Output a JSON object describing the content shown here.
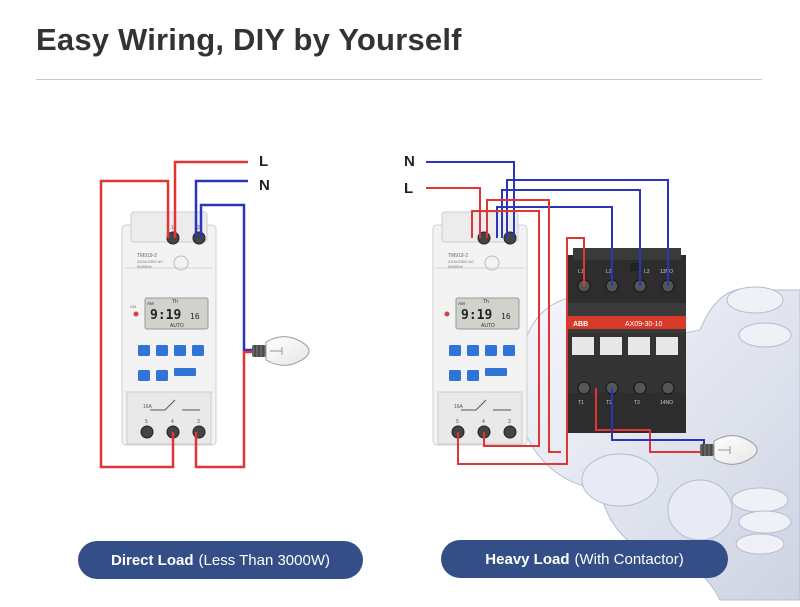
{
  "header": {
    "title": "Easy Wiring, DIY by Yourself"
  },
  "left_diagram": {
    "wire_label_L": "L",
    "wire_label_N": "N",
    "timer": {
      "model": "TM919-2",
      "spec_line1": "220V/230V AC",
      "spec_line2": "50/60Hz",
      "display_time": "9:19",
      "display_seconds": "16",
      "display_mode": "AUTO",
      "display_am": "AM",
      "display_day": "Th",
      "on_label": "ON",
      "terminal_top_1": "1",
      "terminal_top_2": "2",
      "relay_rating": "16A",
      "terminal_bottom_5": "5",
      "terminal_bottom_4": "4",
      "terminal_bottom_3": "3"
    },
    "caption_bold": "Direct Load",
    "caption_rest": "(Less Than 3000W)"
  },
  "right_diagram": {
    "wire_label_N": "N",
    "wire_label_L": "L",
    "timer": {
      "model": "TM919-2",
      "spec_line1": "220V/230V AC",
      "spec_line2": "50/60Hz",
      "display_time": "9:19",
      "display_seconds": "16",
      "display_mode": "AUTO",
      "display_am": "AM",
      "display_day": "Th",
      "relay_rating": "16A",
      "terminal_bottom_5": "5",
      "terminal_bottom_4": "4",
      "terminal_bottom_3": "3"
    },
    "contactor": {
      "brand": "ABB",
      "model": "AX09-30-10",
      "top_labels": [
        "L1",
        "L2",
        "L3",
        "13NO"
      ],
      "bottom_labels": [
        "T1",
        "T2",
        "T3",
        "14NO"
      ]
    },
    "caption_bold": "Heavy Load",
    "caption_rest": "(With Contactor)"
  },
  "colors": {
    "live_wire": "#e03535",
    "neutral_wire": "#2b35b8",
    "caption_bg": "#344f87",
    "title_text": "#333333"
  }
}
